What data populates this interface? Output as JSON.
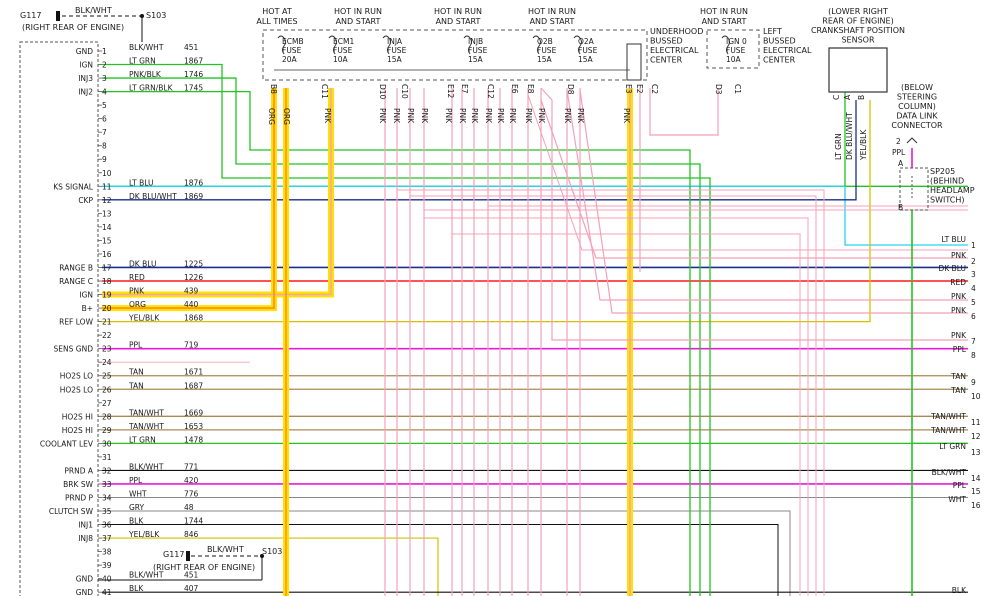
{
  "ground_top": {
    "name": "G117",
    "location": "(RIGHT REAR OF ENGINE)",
    "wire": "BLK/WHT",
    "splice": "S103"
  },
  "ground_bottom": {
    "name": "G117",
    "location": "(RIGHT REAR OF ENGINE)",
    "wire": "BLK/WHT",
    "splice": "S103"
  },
  "pcm_pins": [
    {
      "pin": "1",
      "label": "GND",
      "color_name": "BLK/WHT",
      "circuit": "451",
      "wire": "#111111"
    },
    {
      "pin": "2",
      "label": "IGN",
      "color_name": "LT GRN",
      "circuit": "1867",
      "wire": "#22c322"
    },
    {
      "pin": "3",
      "label": "INJ3",
      "color_name": "PNK/BLK",
      "circuit": "1746",
      "wire": "#22c322"
    },
    {
      "pin": "4",
      "label": "INJ2",
      "color_name": "LT GRN/BLK",
      "circuit": "1745",
      "wire": "#22c322"
    },
    {
      "pin": "5",
      "label": "",
      "color_name": "",
      "circuit": "",
      "wire": ""
    },
    {
      "pin": "6",
      "label": "",
      "color_name": "",
      "circuit": "",
      "wire": ""
    },
    {
      "pin": "7",
      "label": "",
      "color_name": "",
      "circuit": "",
      "wire": ""
    },
    {
      "pin": "8",
      "label": "",
      "color_name": "",
      "circuit": "",
      "wire": ""
    },
    {
      "pin": "9",
      "label": "",
      "color_name": "",
      "circuit": "",
      "wire": ""
    },
    {
      "pin": "10",
      "label": "",
      "color_name": "",
      "circuit": "",
      "wire": ""
    },
    {
      "pin": "11",
      "label": "KS SIGNAL",
      "color_name": "LT BLU",
      "circuit": "1876",
      "wire": "#27d3ea"
    },
    {
      "pin": "12",
      "label": "CKP",
      "color_name": "DK BLU/WHT",
      "circuit": "1869",
      "wire": "#1a2f8a"
    },
    {
      "pin": "13",
      "label": "",
      "color_name": "",
      "circuit": "",
      "wire": ""
    },
    {
      "pin": "14",
      "label": "",
      "color_name": "",
      "circuit": "",
      "wire": ""
    },
    {
      "pin": "15",
      "label": "",
      "color_name": "",
      "circuit": "",
      "wire": ""
    },
    {
      "pin": "16",
      "label": "",
      "color_name": "",
      "circuit": "",
      "wire": ""
    },
    {
      "pin": "17",
      "label": "RANGE B",
      "color_name": "DK BLU",
      "circuit": "1225",
      "wire": "#1a2f8a"
    },
    {
      "pin": "18",
      "label": "RANGE C",
      "color_name": "RED",
      "circuit": "1226",
      "wire": "#ff1a1a"
    },
    {
      "pin": "19",
      "label": "IGN",
      "color_name": "PNK",
      "circuit": "439",
      "wire": "#f06ab0"
    },
    {
      "pin": "20",
      "label": "B+",
      "color_name": "ORG",
      "circuit": "440",
      "wire": "#ff8c1a"
    },
    {
      "pin": "21",
      "label": "REF LOW",
      "color_name": "YEL/BLK",
      "circuit": "1868",
      "wire": "#d4c200"
    },
    {
      "pin": "22",
      "label": "",
      "color_name": "",
      "circuit": "",
      "wire": ""
    },
    {
      "pin": "23",
      "label": "SENS GND",
      "color_name": "PPL",
      "circuit": "719",
      "wire": "#e81ad8"
    },
    {
      "pin": "24",
      "label": "",
      "color_name": "",
      "circuit": "",
      "wire": ""
    },
    {
      "pin": "25",
      "label": "HO2S LO",
      "color_name": "TAN",
      "circuit": "1671",
      "wire": "#a8885a"
    },
    {
      "pin": "26",
      "label": "HO2S LO",
      "color_name": "TAN",
      "circuit": "1687",
      "wire": "#a8885a"
    },
    {
      "pin": "27",
      "label": "",
      "color_name": "",
      "circuit": "",
      "wire": ""
    },
    {
      "pin": "28",
      "label": "",
      "color_name": "TAN/WHT",
      "circuit": "1669",
      "wire": "#a8885a"
    },
    {
      "pin": "29",
      "label": "HO2S HI",
      "color_name": "TAN/WHT",
      "circuit": "1653",
      "wire": "#a8885a"
    },
    {
      "pin": "30",
      "label": "COOLANT LEV",
      "color_name": "LT GRN",
      "circuit": "1478",
      "wire": "#22c322"
    },
    {
      "pin": "31",
      "label": "",
      "color_name": "",
      "circuit": "",
      "wire": ""
    },
    {
      "pin": "32",
      "label": "PRND A",
      "color_name": "BLK/WHT",
      "circuit": "771",
      "wire": "#111111"
    },
    {
      "pin": "33",
      "label": "BRK SW",
      "color_name": "PPL",
      "circuit": "420",
      "wire": "#e81ad8"
    },
    {
      "pin": "34",
      "label": "PRND P",
      "color_name": "WHT",
      "circuit": "776",
      "wire": "#bbbbbb"
    },
    {
      "pin": "35",
      "label": "CLUTCH SW",
      "color_name": "GRY",
      "circuit": "48",
      "wire": "#888888"
    },
    {
      "pin": "36",
      "label": "INJ1",
      "color_name": "BLK",
      "circuit": "1744",
      "wire": "#111111"
    },
    {
      "pin": "37",
      "label": "INJ8",
      "color_name": "YEL/BLK",
      "circuit": "846",
      "wire": "#d4c200"
    },
    {
      "pin": "38",
      "label": "",
      "color_name": "",
      "circuit": "",
      "wire": ""
    },
    {
      "pin": "39",
      "label": "",
      "color_name": "",
      "circuit": "",
      "wire": ""
    },
    {
      "pin": "40",
      "label": "GND",
      "color_name": "BLK/WHT",
      "circuit": "451",
      "wire": "#111111"
    },
    {
      "pin": "41",
      "label": "",
      "color_name": "BLK",
      "circuit": "407",
      "wire": "#111111"
    }
  ],
  "extra_labels": {
    "ho2s_hi_28": "HO2S HI",
    "gnd_41": "GND"
  },
  "fuses": [
    {
      "name": "ECMB",
      "label": "FUSE",
      "amps": "20A"
    },
    {
      "name": "ECM1",
      "label": "FUSE",
      "amps": "10A"
    },
    {
      "name": "INJA",
      "label": "FUSE",
      "amps": "15A"
    },
    {
      "name": "INJB",
      "label": "FUSE",
      "amps": "15A"
    },
    {
      "name": "O2B",
      "label": "FUSE",
      "amps": "15A"
    },
    {
      "name": "O2A",
      "label": "FUSE",
      "amps": "15A"
    },
    {
      "name": "IGN 0",
      "label": "FUSE",
      "amps": "10A"
    }
  ],
  "headers": {
    "hot_all_times": [
      "HOT AT",
      "ALL TIMES"
    ],
    "hot_run_1": [
      "HOT IN RUN",
      "AND START"
    ],
    "hot_run_2": [
      "HOT IN RUN",
      "AND START"
    ],
    "hot_run_3": [
      "HOT IN RUN",
      "AND START"
    ],
    "hot_run_4": [
      "HOT IN RUN",
      "AND START"
    ],
    "underhood": [
      "UNDERHOOD",
      "BUSSED",
      "ELECTRICAL",
      "CENTER"
    ],
    "left_bussed": [
      "LEFT",
      "BUSSED",
      "ELECTRICAL",
      "CENTER"
    ],
    "ckp_sensor": [
      "(LOWER RIGHT",
      "REAR OF ENGINE)",
      "CRANKSHAFT POSITION",
      "SENSOR"
    ],
    "dlc": [
      "(BELOW",
      "STEERING",
      "COLUMN)",
      "DATA LINK",
      "CONNECTOR"
    ],
    "sp205": [
      "SP205",
      "(BEHIND",
      "HEADLAMP",
      "SWITCH)"
    ]
  },
  "fuse_terminals": [
    "B8",
    "C11",
    "D10",
    "C10",
    "E12",
    "E7",
    "C12",
    "E6",
    "E8",
    "D8",
    "E3",
    "E2",
    "C2",
    "D3",
    "C1"
  ],
  "vertical_wire_labels": [
    "ORG",
    "ORG",
    "PNK",
    "PNK",
    "PNK",
    "PNK",
    "PNK",
    "PNK",
    "PNK",
    "PNK",
    "PNK",
    "PNK",
    "PNK",
    "PNK",
    "PNK",
    "PNK",
    "PNK",
    "PNK"
  ],
  "ckp_pins": [
    {
      "pin": "C",
      "wire_name": "LT GRN"
    },
    {
      "pin": "A",
      "wire_name": "DK BLU/WHT"
    },
    {
      "pin": "B",
      "wire_name": "YEL/BLK"
    }
  ],
  "dlc_pin": {
    "pin": "2",
    "wire_name": "PPL"
  },
  "sp205_pins": [
    "A",
    "B"
  ],
  "right_outputs": [
    {
      "num": "1",
      "wire_name": "LT BLU"
    },
    {
      "num": "2",
      "wire_name": "PNK"
    },
    {
      "num": "3",
      "wire_name": "DK BLU"
    },
    {
      "num": "4",
      "wire_name": "RED"
    },
    {
      "num": "5",
      "wire_name": "PNK"
    },
    {
      "num": "6",
      "wire_name": "PNK"
    },
    {
      "num": "7",
      "wire_name": "PNK"
    },
    {
      "num": "8",
      "wire_name": "PPL"
    },
    {
      "num": "9",
      "wire_name": "TAN"
    },
    {
      "num": "10",
      "wire_name": "TAN"
    },
    {
      "num": "11",
      "wire_name": "TAN/WHT"
    },
    {
      "num": "12",
      "wire_name": "TAN/WHT"
    },
    {
      "num": "13",
      "wire_name": "LT GRN"
    },
    {
      "num": "14",
      "wire_name": "BLK/WHT"
    },
    {
      "num": "15",
      "wire_name": "PPL"
    },
    {
      "num": "16",
      "wire_name": "WHT"
    },
    {
      "num": "",
      "wire_name": "BLK"
    }
  ],
  "colors": {
    "pink": "#f4a0b8",
    "green": "#22c322",
    "ltblue": "#27d3ea",
    "dkblue": "#1a2f8a",
    "red": "#ff1a1a",
    "purple": "#e81ad8",
    "tan": "#a8885a",
    "yellow": "#d4c200",
    "orange": "#ff8c1a",
    "highlight": "#ffe000",
    "grey": "#888888",
    "black": "#111111"
  }
}
